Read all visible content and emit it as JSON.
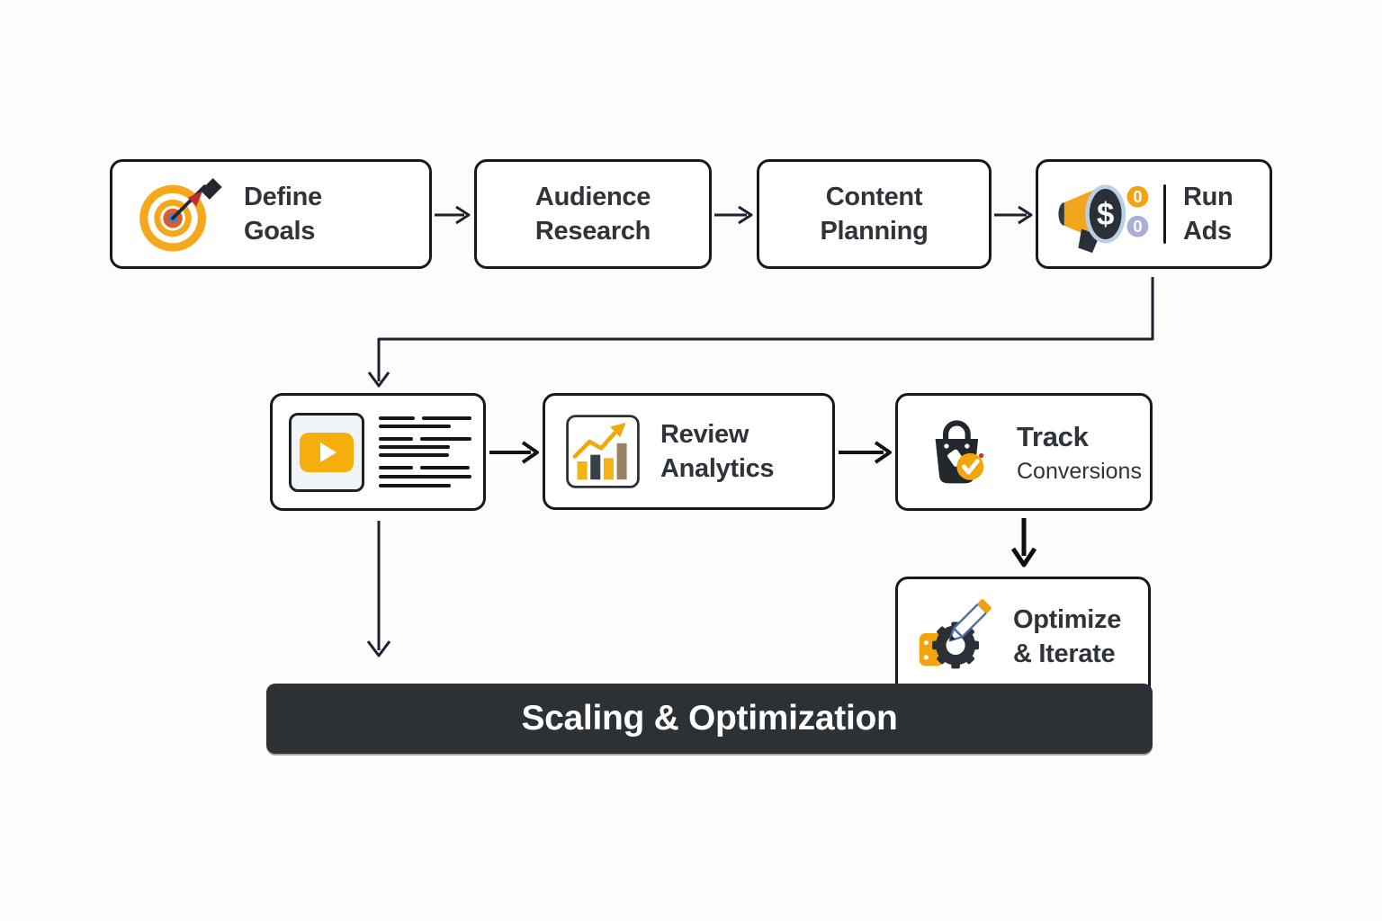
{
  "steps": {
    "define_goals": {
      "line1": "Define",
      "line2": "Goals"
    },
    "audience_research": {
      "line1": "Audience",
      "line2": "Research"
    },
    "content_planning": {
      "line1": "Content",
      "line2": "Planning"
    },
    "run_ads": {
      "line1": "Run",
      "line2": "Ads"
    },
    "review_analytics": {
      "line1": "Review",
      "line2": "Analytics"
    },
    "track_conversions": {
      "line1": "Track",
      "line2": "Conversions"
    },
    "optimize_iterate": {
      "line1": "Optimize",
      "line2": "& Iterate"
    }
  },
  "banner": {
    "label": "Scaling & Optimization"
  },
  "icons": {
    "define_goals": "target-icon",
    "run_ads": "megaphone-icon",
    "video_card": "video-play-icon",
    "review_analytics": "bar-chart-icon",
    "track_conversions": "shopping-bag-check-icon",
    "optimize_iterate": "gear-pencil-icon",
    "dollar_glyph": "$",
    "coin_top_glyph": "0",
    "coin_bottom_glyph": "0"
  },
  "colors": {
    "background": "#fcfcfc",
    "box_border": "#17191d",
    "text": "#2e343a",
    "accent_amber": "#f5a90f",
    "banner_bg": "#2c3136",
    "banner_text": "#ffffff",
    "arrow": "#1b2130",
    "coin_lavender": "#a9afd6",
    "bar_tan": "#9b8266"
  }
}
